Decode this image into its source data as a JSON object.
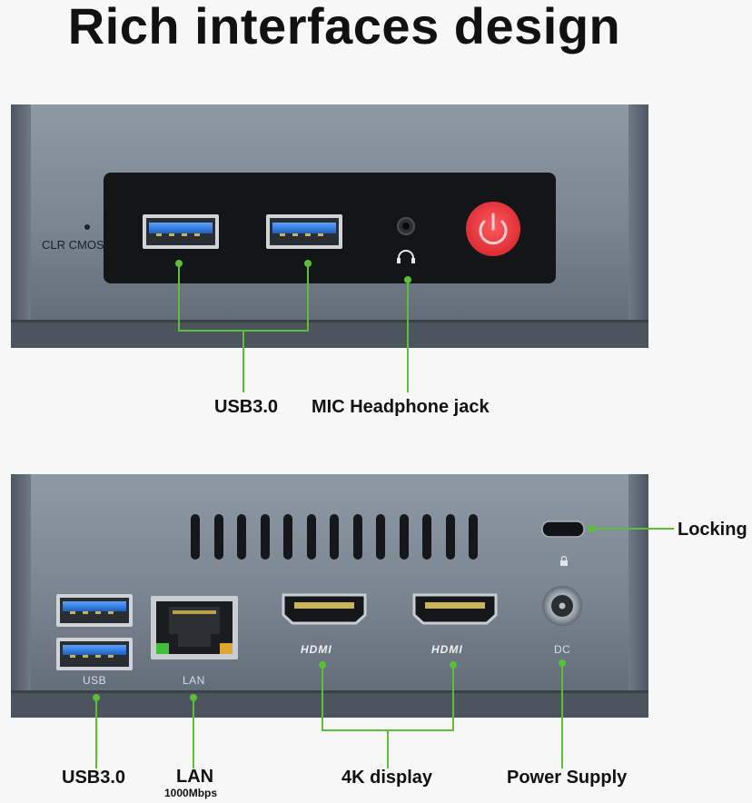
{
  "title": "Rich interfaces design",
  "front": {
    "clr_cmos_label": "CLR  CMOS",
    "callouts": {
      "usb": "USB3.0",
      "mic": "MIC Headphone jack"
    }
  },
  "rear": {
    "port_labels": {
      "usb": "USB",
      "lan": "LAN",
      "hdmi_1": "HDMI",
      "hdmi_2": "HDMI",
      "dc": "DC"
    },
    "callouts": {
      "locking": "Locking",
      "usb": "USB3.0",
      "lan": "LAN",
      "lan_sub": "1000Mbps",
      "display": "4K display",
      "power": "Power Supply"
    }
  },
  "colors": {
    "callout_line": "#5cbf3a",
    "power_button": "#e0353d",
    "usb_blue": "#2f7de0"
  }
}
